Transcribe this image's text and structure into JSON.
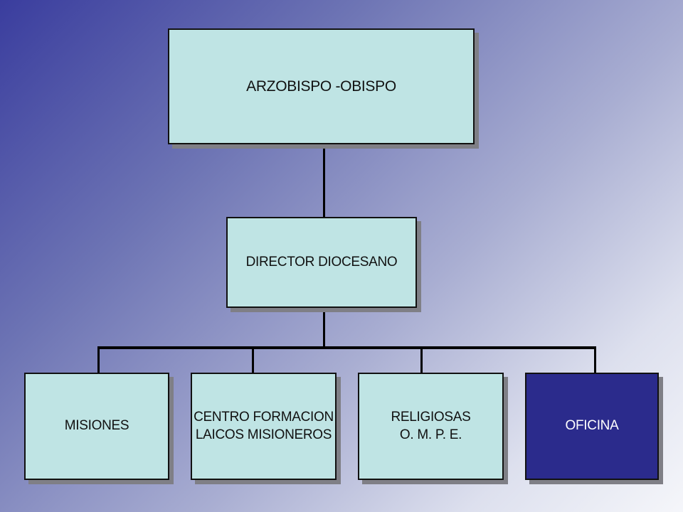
{
  "org_chart": {
    "top": "ARZOBISPO -OBISPO",
    "middle": "DIRECTOR DIOCESANO",
    "children": [
      "MISIONES",
      "CENTRO FORMACION\nLAICOS MISIONEROS",
      "RELIGIOSAS\nO. M. P. E.",
      "OFICINA"
    ]
  },
  "colors": {
    "box_fill": "#bfe4e4",
    "highlight_fill": "#2b2b8c",
    "connector": "#000000"
  }
}
